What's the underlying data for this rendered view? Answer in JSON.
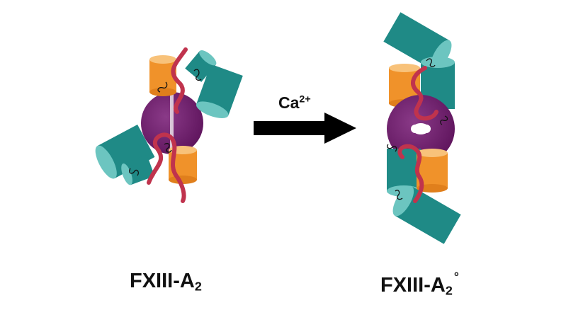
{
  "labels": {
    "left": {
      "main": "FXIII-A",
      "sub": "2"
    },
    "right": {
      "main": "FXIII-A",
      "sub": "2",
      "sup": "°"
    },
    "arrow": {
      "main": "Ca",
      "sup": "2+"
    }
  },
  "colors": {
    "teal": "#1f8a86",
    "teal_light": "#6cc5c0",
    "orange": "#f0922a",
    "orange_light": "#f8c27a",
    "purple": "#6e1e6c",
    "red_loop": "#c0334d",
    "arrow": "#000000",
    "text": "#111111"
  }
}
